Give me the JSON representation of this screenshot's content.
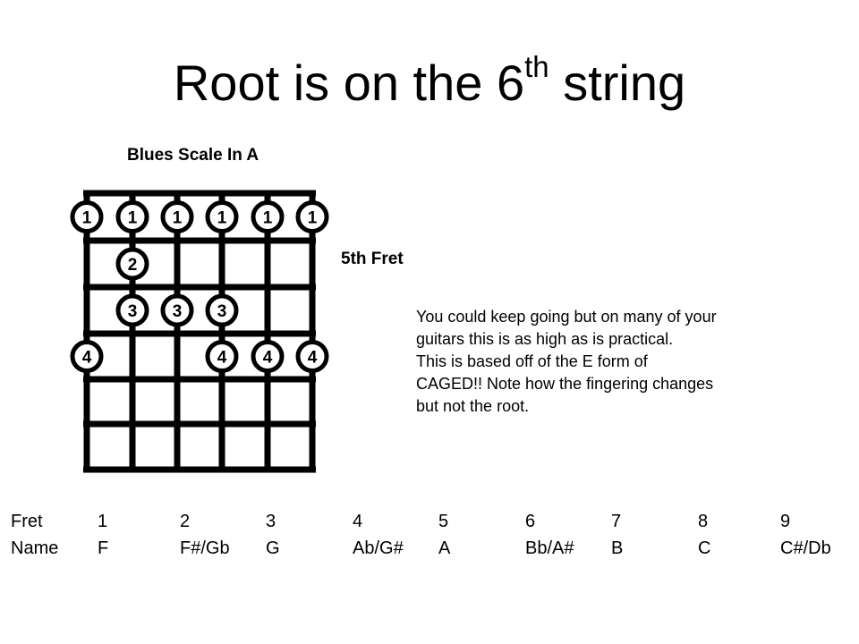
{
  "title": {
    "main": "Root is on the 6",
    "sup": "th",
    "tail": " string"
  },
  "diagram": {
    "title": "Blues Scale In A",
    "fret_label": "5th Fret",
    "strings": 6,
    "frets_shown": 6,
    "dots": [
      {
        "string": 1,
        "fret": 1,
        "finger": "1"
      },
      {
        "string": 2,
        "fret": 1,
        "finger": "1"
      },
      {
        "string": 3,
        "fret": 1,
        "finger": "1"
      },
      {
        "string": 4,
        "fret": 1,
        "finger": "1"
      },
      {
        "string": 5,
        "fret": 1,
        "finger": "1"
      },
      {
        "string": 6,
        "fret": 1,
        "finger": "1"
      },
      {
        "string": 2,
        "fret": 2,
        "finger": "2"
      },
      {
        "string": 2,
        "fret": 3,
        "finger": "3"
      },
      {
        "string": 3,
        "fret": 3,
        "finger": "3"
      },
      {
        "string": 4,
        "fret": 3,
        "finger": "3"
      },
      {
        "string": 1,
        "fret": 4,
        "finger": "4"
      },
      {
        "string": 4,
        "fret": 4,
        "finger": "4"
      },
      {
        "string": 5,
        "fret": 4,
        "finger": "4"
      },
      {
        "string": 6,
        "fret": 4,
        "finger": "4"
      }
    ]
  },
  "note": {
    "lines": [
      "You could keep going but on many of your",
      "guitars this is as high as is practical.",
      "This is based off of the E form of",
      "CAGED!!  Note how the fingering changes",
      "but not the root."
    ]
  },
  "fret_table": {
    "row_labels": [
      "Fret",
      "Name"
    ],
    "columns": [
      {
        "fret": "1",
        "name": "F"
      },
      {
        "fret": "2",
        "name": "F#/Gb"
      },
      {
        "fret": "3",
        "name": "G"
      },
      {
        "fret": "4",
        "name": "Ab/G#"
      },
      {
        "fret": "5",
        "name": "A"
      },
      {
        "fret": "6",
        "name": "Bb/A#"
      },
      {
        "fret": "7",
        "name": "B"
      },
      {
        "fret": "8",
        "name": "C"
      },
      {
        "fret": "9",
        "name": "C#/Db"
      }
    ]
  }
}
